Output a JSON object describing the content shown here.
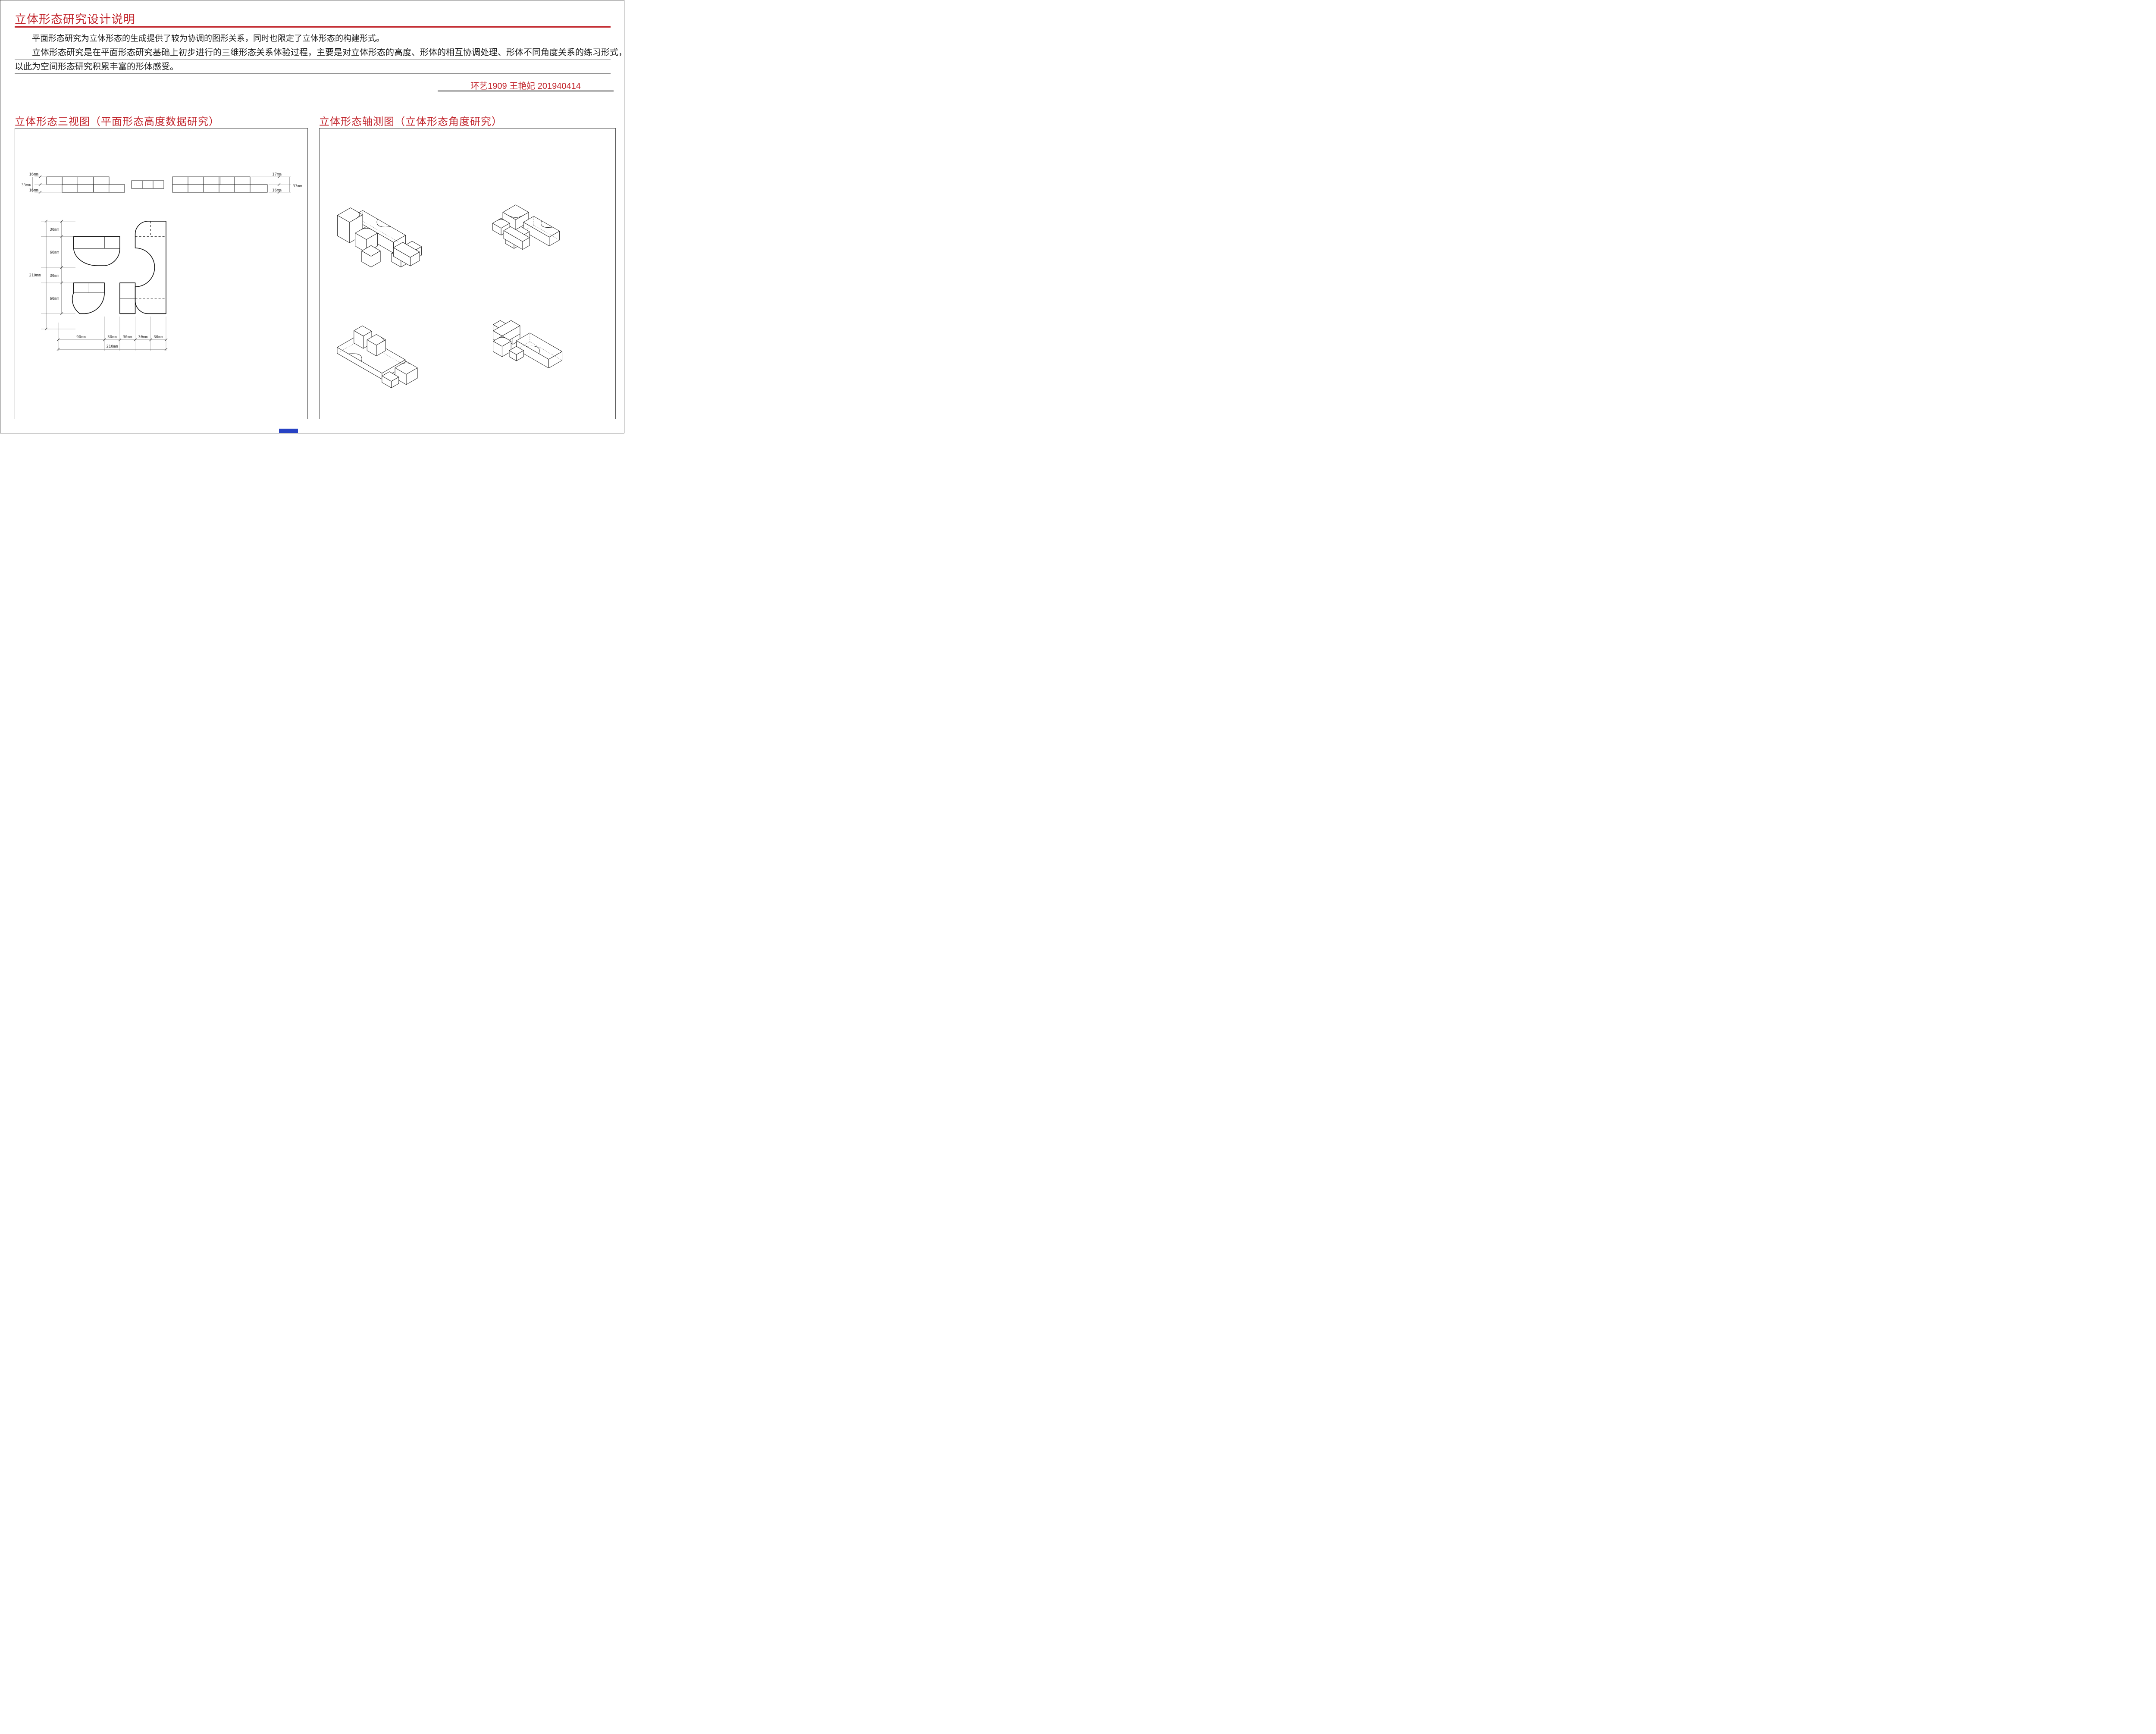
{
  "colors": {
    "accent": "#c2262d",
    "footer_mark": "#2742c4"
  },
  "header": {
    "title": "立体形态研究设计说明",
    "paragraph1": "平面形态研究为立体形态的生成提供了较为协调的图形关系，同时也限定了立体形态的构建形式。",
    "paragraph2_line1": "立体形态研究是在平面形态研究基础上初步进行的三维形态关系体验过程，主要是对立体形态的高度、形体的相互协调处理、形体不同角度关系的练习形式，",
    "paragraph2_line2": "以此为空间形态研究积累丰富的形体感受。",
    "student_info": "环艺1909  王艳妃  201940414"
  },
  "sections": {
    "orthographic": {
      "title": "立体形态三视图（平面形态高度数据研究）"
    },
    "axonometric": {
      "title": "立体形态轴测图（立体形态角度研究）"
    }
  },
  "dims": {
    "strip_left": {
      "top": "16mm",
      "overall": "33mm",
      "bottom": "16mm"
    },
    "strip_right": {
      "top": "17mm",
      "overall": "33mm",
      "bottom": "16mm"
    },
    "plan_height_total": "210mm",
    "plan_height_segments": [
      "30mm",
      "60mm",
      "30mm",
      "60mm"
    ],
    "plan_width_segments": [
      "90mm",
      "30mm",
      "30mm",
      "30mm",
      "30mm"
    ],
    "plan_width_total": "210mm"
  }
}
